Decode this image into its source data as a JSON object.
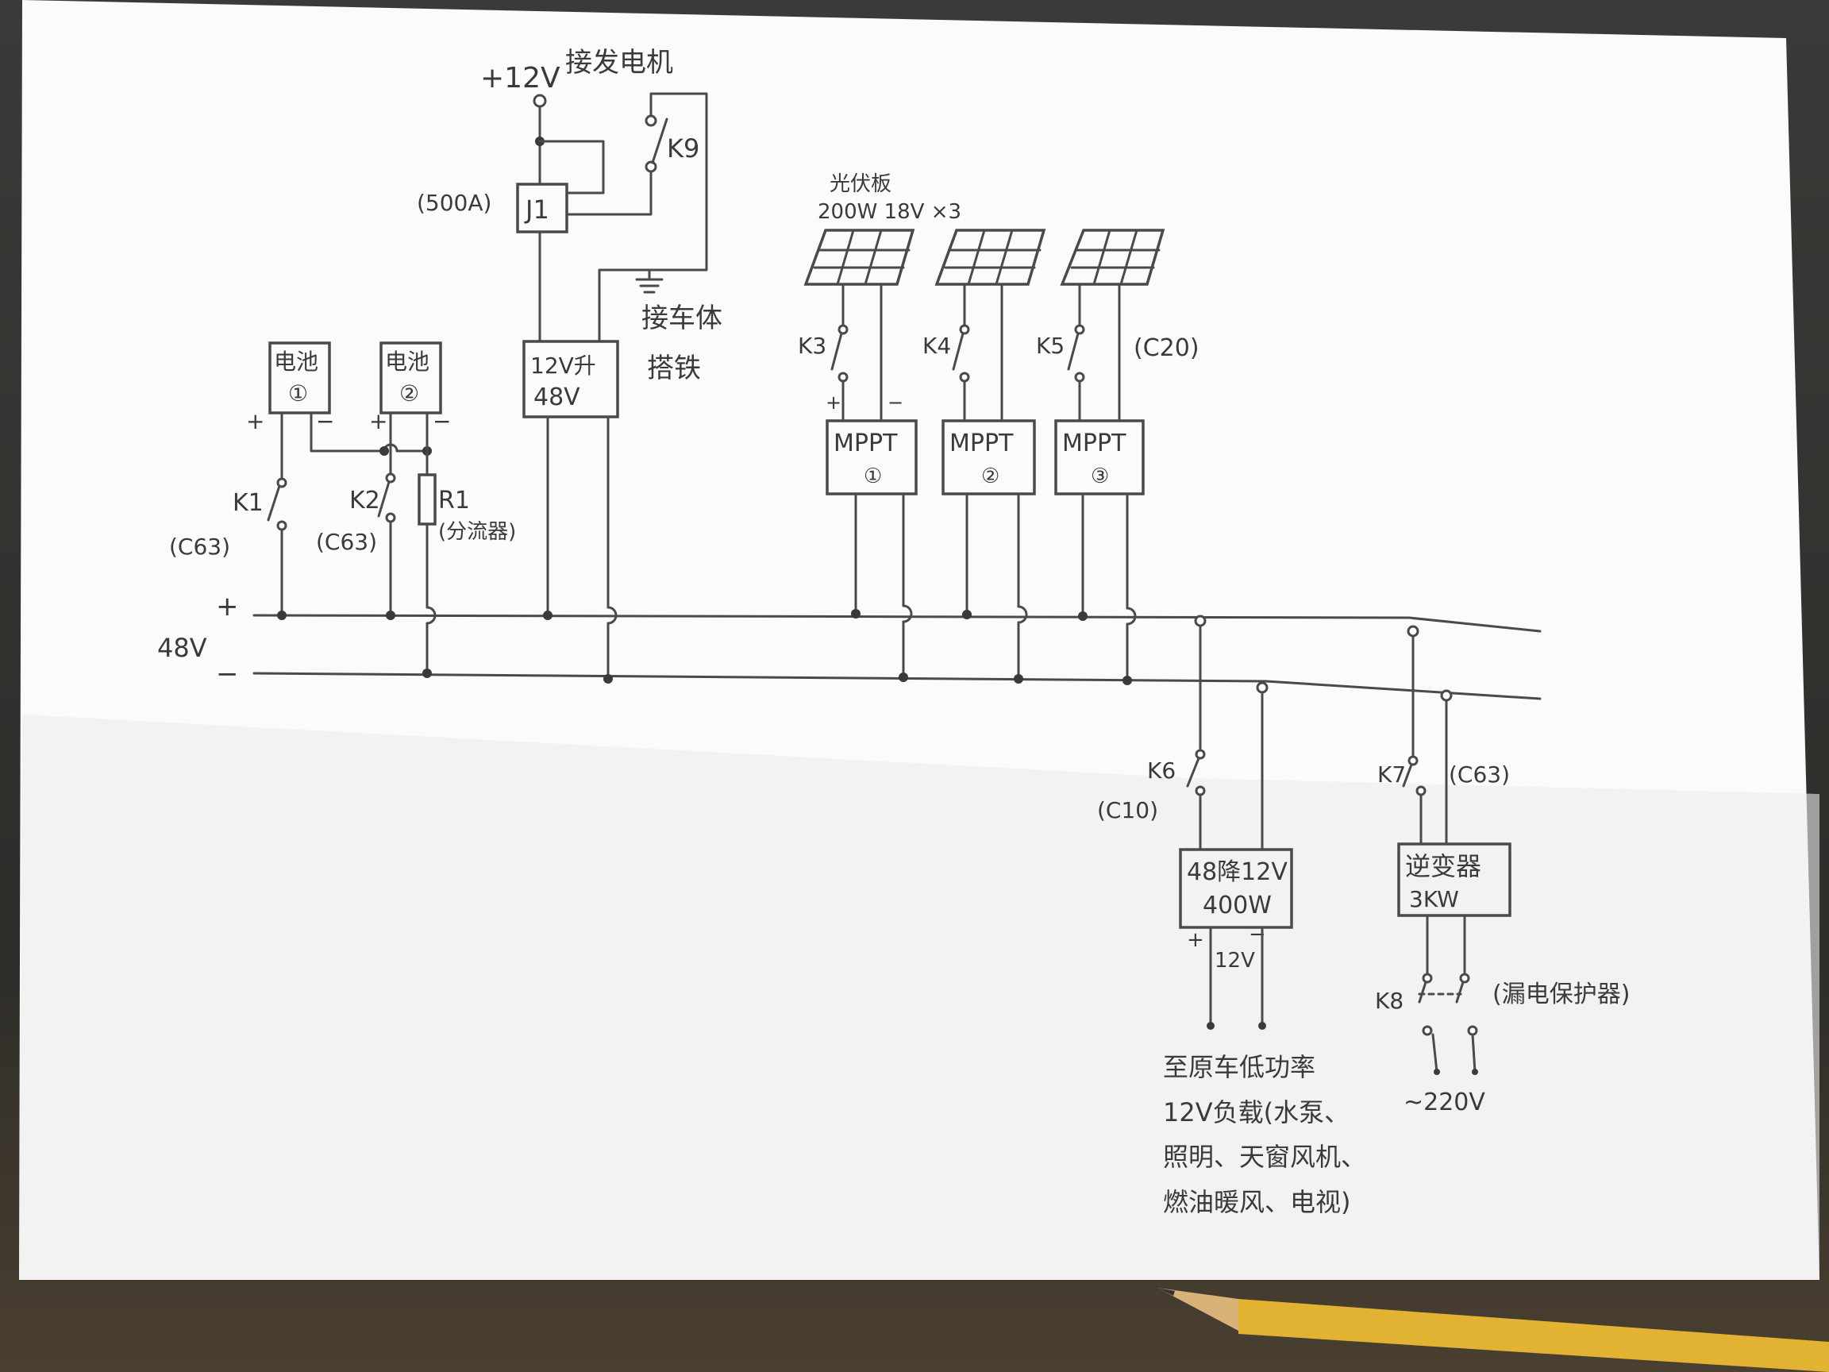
{
  "engine": {
    "voltage": "+12V",
    "label": "接发电机"
  },
  "relay": {
    "rating": "(500A)",
    "name": "J1",
    "switch": "K9"
  },
  "ground": {
    "line1": "接车体",
    "line2": "搭铁"
  },
  "converter_up": {
    "line1": "12V升",
    "line2": "48V"
  },
  "batteries": [
    {
      "name": "电池",
      "num": "①",
      "switch": "K1",
      "breaker": "(C63)"
    },
    {
      "name": "电池",
      "num": "②",
      "switch": "K2",
      "breaker": "(C63)"
    }
  ],
  "shunt": {
    "name": "R1",
    "desc": "(分流器)"
  },
  "bus": {
    "plus": "+",
    "minus": "−",
    "voltage": "48V"
  },
  "pv": {
    "title": "光伏板",
    "spec": "200W 18V ×3",
    "breaker": "(C20)"
  },
  "mppt": [
    {
      "name": "MPPT",
      "num": "①",
      "switch": "K3"
    },
    {
      "name": "MPPT",
      "num": "②",
      "switch": "K4"
    },
    {
      "name": "MPPT",
      "num": "③",
      "switch": "K5"
    }
  ],
  "dcdc": {
    "switch": "K6",
    "breaker": "(C10)",
    "line1": "48降12V",
    "line2": "400W",
    "out": "12V"
  },
  "inverter": {
    "switch": "K7",
    "breaker": "(C63)",
    "line1": "逆变器",
    "line2": "3KW"
  },
  "rcd": {
    "switch": "K8",
    "desc": "(漏电保护器)",
    "out": "~220V"
  },
  "loads": {
    "lines": [
      "至原车低功率",
      "12V负载(水泵、",
      "照明、天窗风机、",
      "燃油暖风、电视)"
    ]
  }
}
